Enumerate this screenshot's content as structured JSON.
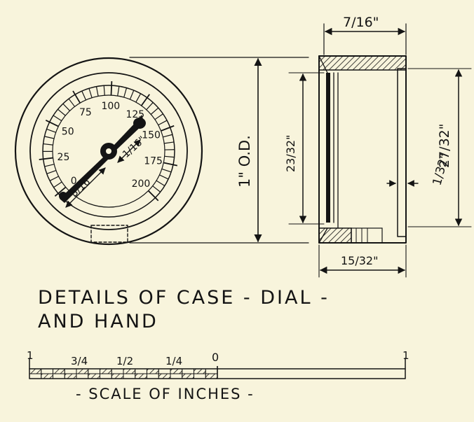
{
  "title": {
    "line1": "DETAILS OF CASE - DIAL -",
    "line2": "AND HAND"
  },
  "dial": {
    "tick_labels": [
      "0",
      "25",
      "50",
      "75",
      "100",
      "125",
      "150",
      "175",
      "200"
    ],
    "hand_length": "3/16\"",
    "hand_tail": "1/16\""
  },
  "dimensions": {
    "outer_diameter": "1\" O.D.",
    "case_depth": "7/16\"",
    "inner_height": "23/32\"",
    "rear_height": "27/32\"",
    "wall_thickness": "1/32\"",
    "base_depth": "15/32\""
  },
  "scale": {
    "labels": [
      "1",
      "3/4",
      "1/2",
      "1/4",
      "0",
      "1"
    ],
    "caption": "- SCALE  OF  INCHES -"
  },
  "colors": {
    "paper": "#f8f4dc",
    "ink": "#141414"
  }
}
